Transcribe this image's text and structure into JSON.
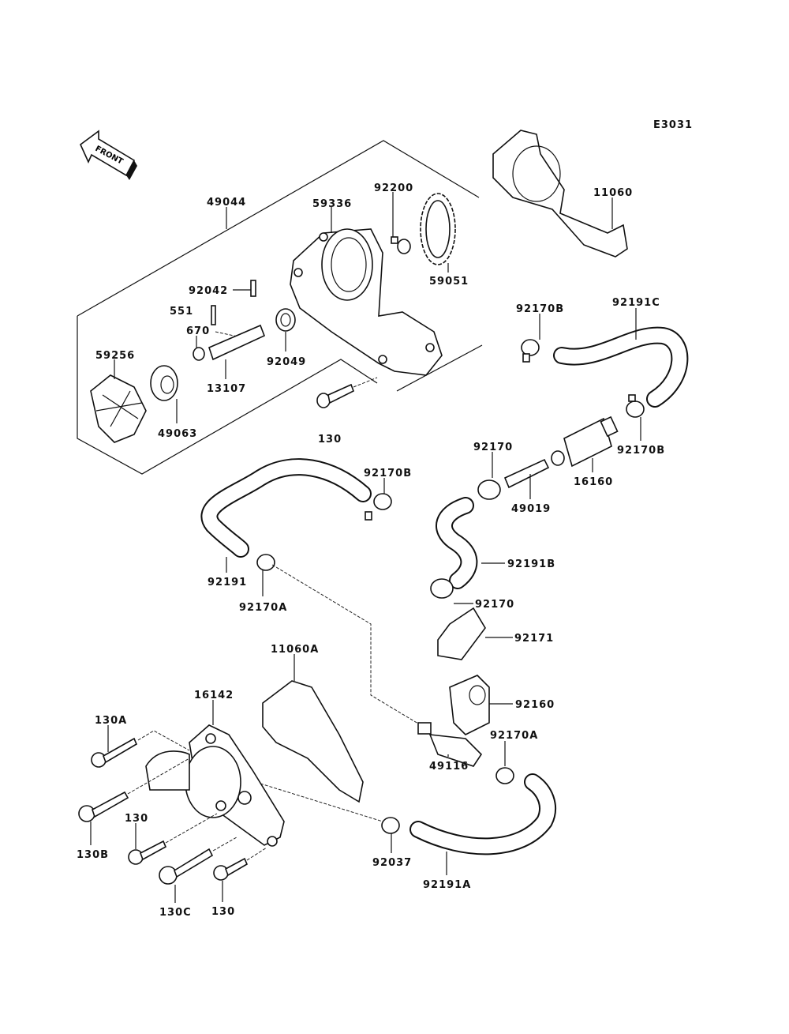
{
  "diagram_code": "E3031",
  "front_marker": "FRONT",
  "labels": {
    "l49044": "49044",
    "l59336": "59336",
    "l92200": "92200",
    "l59051": "59051",
    "l11060": "11060",
    "l92042": "92042",
    "l551": "551",
    "l670": "670",
    "l59256": "59256",
    "l13107": "13107",
    "l92049": "92049",
    "l49063": "49063",
    "l130a": "130",
    "l92170B_1": "92170B",
    "l92191C": "92191C",
    "l92170_1": "92170",
    "l92170B_2": "92170B",
    "l16160": "16160",
    "l92170B_3": "92170B",
    "l49019": "49019",
    "l92191B": "92191B",
    "l92191": "92191",
    "l92170A_1": "92170A",
    "l92170_2": "92170",
    "l92171": "92171",
    "l11060A": "11060A",
    "l16142": "16142",
    "l92160": "92160",
    "l130A": "130A",
    "l92170A_2": "92170A",
    "l49116": "49116",
    "l130b": "130",
    "l130B": "130B",
    "l92037": "92037",
    "l92191A": "92191A",
    "l130C": "130C",
    "l130c": "130"
  }
}
